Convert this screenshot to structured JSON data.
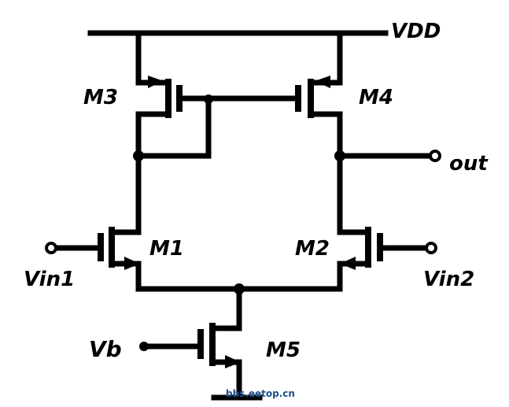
{
  "labels": {
    "vdd": "VDD",
    "m3": "M3",
    "m4": "M4",
    "out": "out",
    "m1": "M1",
    "m2": "M2",
    "vin1": "Vin1",
    "vin2": "Vin2",
    "vb": "Vb",
    "m5": "M5"
  },
  "watermark": "bbs.eetop.cn"
}
